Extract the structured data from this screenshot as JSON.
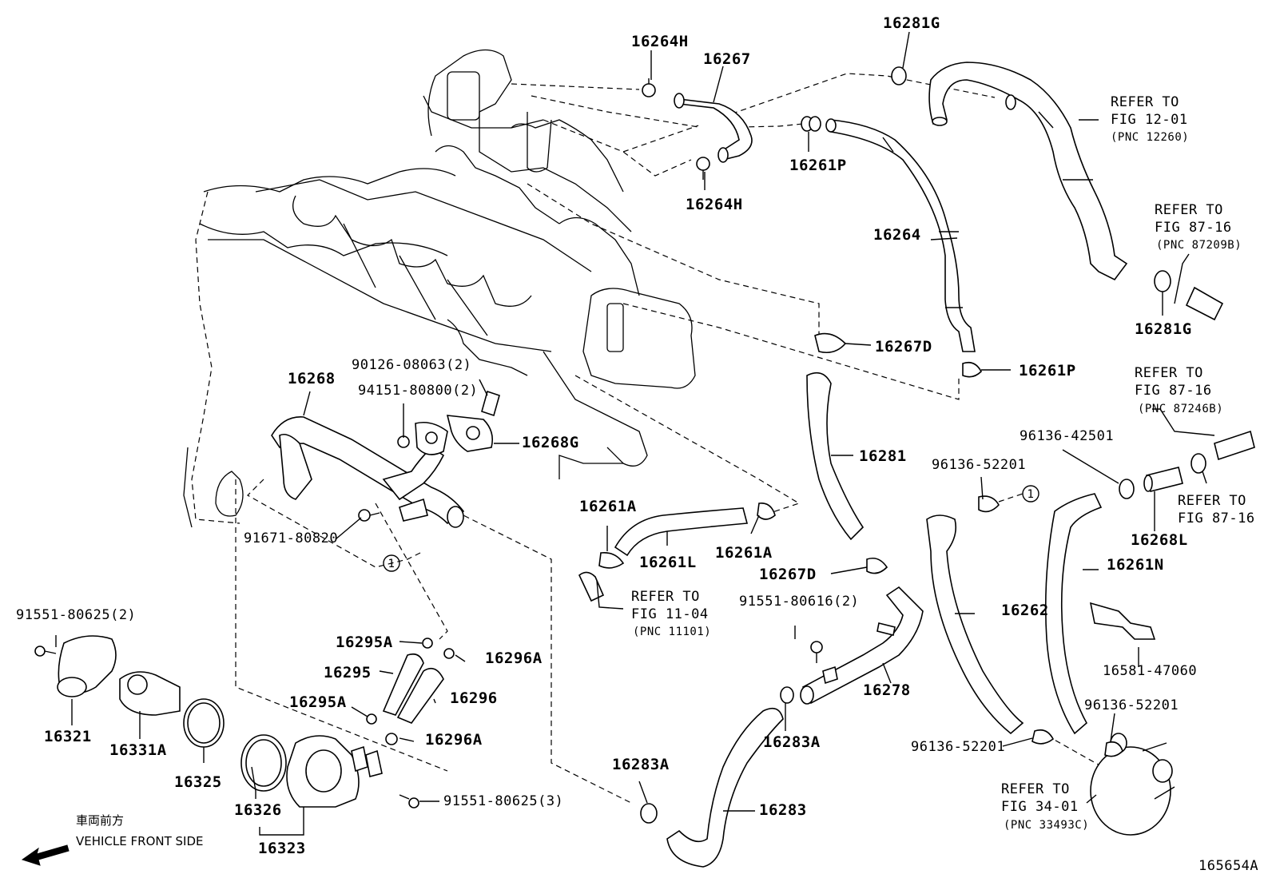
{
  "diagram_id": "165654A",
  "front_note": {
    "jp": "車両前方",
    "en": "VEHICLE FRONT SIDE"
  },
  "circle_ref": "1",
  "part_labels": {
    "p16264H_top": "16264H",
    "p16267": "16267",
    "p16281G_top": "16281G",
    "p16261P_top": "16261P",
    "p16264H_bot": "16264H",
    "p16264": "16264",
    "p16281G_right": "16281G",
    "p16267D_top": "16267D",
    "p16261P_right": "16261P",
    "p90126": "90126-08063(2)",
    "p94151": "94151-80800(2)",
    "p16268": "16268",
    "p16268G": "16268G",
    "p16281": "16281",
    "p96136_42501": "96136-42501",
    "p96136_52201_a": "96136-52201",
    "p16261A_left": "16261A",
    "p16261L": "16261L",
    "p16261A_right": "16261A",
    "p91671": "91671-80820",
    "p16267D_bot": "16267D",
    "p16268L": "16268L",
    "p16261N": "16261N",
    "p91551_80616": "91551-80616(2)",
    "p16262": "16262",
    "p91551_80625_2": "91551-80625(2)",
    "p16295A_top": "16295A",
    "p16296A_top": "16296A",
    "p16295": "16295",
    "p16296": "16296",
    "p16278": "16278",
    "p16581": "16581-47060",
    "p16295A_bot": "16295A",
    "p16296A_bot": "16296A",
    "p16321": "16321",
    "p16331A": "16331A",
    "p16325": "16325",
    "p16283A_right": "16283A",
    "p96136_52201_b": "96136-52201",
    "p96136_52201_c": "96136-52201",
    "p16283A_left": "16283A",
    "p91551_80625_3": "91551-80625(3)",
    "p16283": "16283",
    "p16326": "16326",
    "p16323": "16323"
  },
  "refer_notes": {
    "fig12": {
      "line1": "REFER TO",
      "line2": "FIG 12-01",
      "line3": "(PNC 12260)"
    },
    "fig87_209": {
      "line1": "REFER TO",
      "line2": "FIG 87-16",
      "line3": "(PNC 87209B)"
    },
    "fig87_246": {
      "line1": "REFER TO",
      "line2": "FIG 87-16",
      "line3": "(PNC 87246B)"
    },
    "fig87_plain": {
      "line1": "REFER TO",
      "line2": "FIG 87-16"
    },
    "fig11": {
      "line1": "REFER TO",
      "line2": "FIG 11-04",
      "line3": "(PNC 11101)"
    },
    "fig34": {
      "line1": "REFER TO",
      "line2": "FIG 34-01",
      "line3": "(PNC 33493C)"
    }
  }
}
